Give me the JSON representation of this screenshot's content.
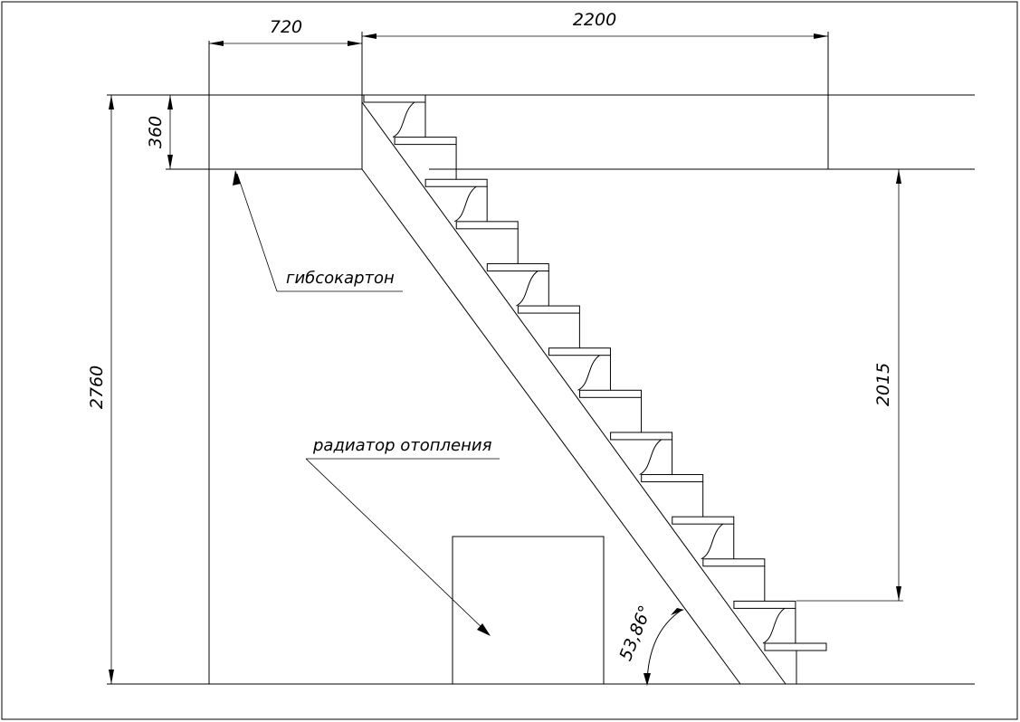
{
  "dimensions": {
    "top_left": "720",
    "top_right": "2200",
    "slab": "360",
    "height_total": "2760",
    "height_lower": "2015",
    "angle": "53,86°"
  },
  "notes": {
    "drywall": "гибсокартон",
    "radiator": "радиатор отопления"
  },
  "stair": {
    "tread_count": 14
  }
}
